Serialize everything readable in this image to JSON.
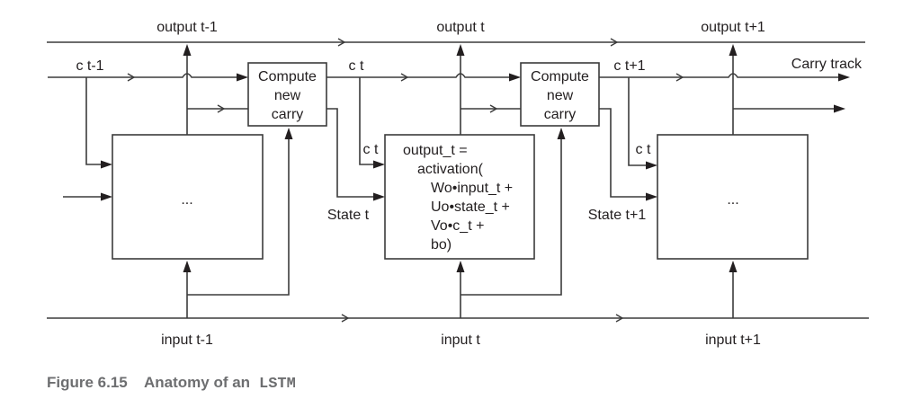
{
  "figure": {
    "caption_number": "Figure 6.15",
    "caption_text": "Anatomy of an",
    "caption_code": "LSTM"
  },
  "labels": {
    "output": [
      "output t-1",
      "output t",
      "output t+1"
    ],
    "input": [
      "input t-1",
      "input t",
      "input t+1"
    ],
    "carry_top": [
      "c t-1",
      "c t",
      "c t+1"
    ],
    "carry_track": "Carry track",
    "carry_into_cell": [
      "c t",
      "c t"
    ],
    "state": [
      "State t",
      "State t+1"
    ]
  },
  "compute_boxes": [
    {
      "lines": [
        "Compute",
        "new",
        "carry"
      ]
    },
    {
      "lines": [
        "Compute",
        "new",
        "carry"
      ]
    }
  ],
  "cells": [
    {
      "lines": [
        "..."
      ]
    },
    {
      "lines": [
        "output_t =",
        "activation(",
        "Wo•input_t +",
        "Uo•state_t +",
        "Vo•c_t +",
        "bo)"
      ]
    },
    {
      "lines": [
        "..."
      ]
    }
  ]
}
